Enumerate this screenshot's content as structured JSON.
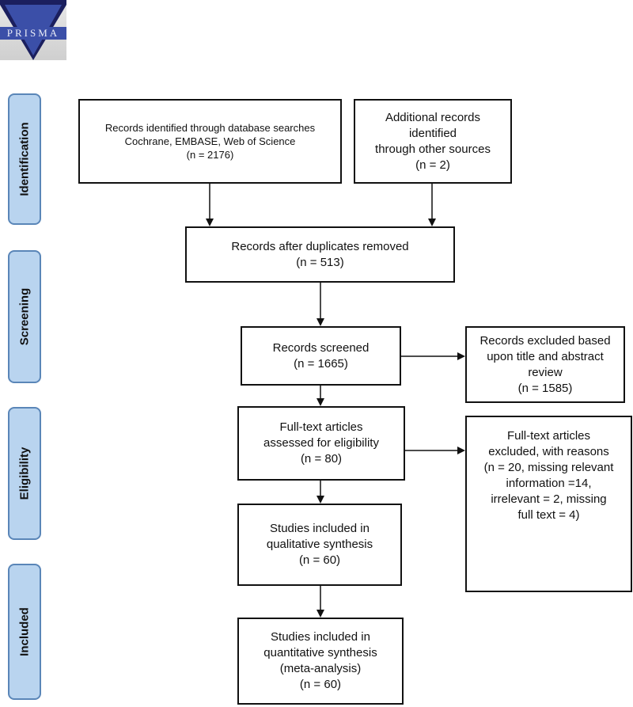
{
  "logo": {
    "text": "PRISMA"
  },
  "phases": {
    "identification": "Identification",
    "screening": "Screening",
    "eligibility": "Eligibility",
    "included": "Included"
  },
  "boxes": {
    "db_search": "Records identified through database searches\nCochrane, EMBASE, Web of Science\n(n = 2176)",
    "other_sources": "Additional records identified\nthrough other sources\n(n = 2)",
    "after_duplicates": "Records after duplicates removed\n(n = 513)",
    "screened": "Records screened\n(n = 1665)",
    "excluded_title": "Records excluded based\nupon title and abstract\nreview\n(n = 1585)",
    "fulltext_assessed": "Full-text articles\nassessed for eligibility\n(n = 80)",
    "fulltext_excluded": "Full-text articles\nexcluded, with reasons\n(n = 20, missing relevant\ninformation =14,\nirrelevant = 2, missing\nfull text = 4)",
    "qualitative": "Studies included in\nqualitative synthesis\n(n = 60)",
    "quantitative": "Studies included in\nquantitative synthesis\n(meta-analysis)\n(n = 60)"
  }
}
